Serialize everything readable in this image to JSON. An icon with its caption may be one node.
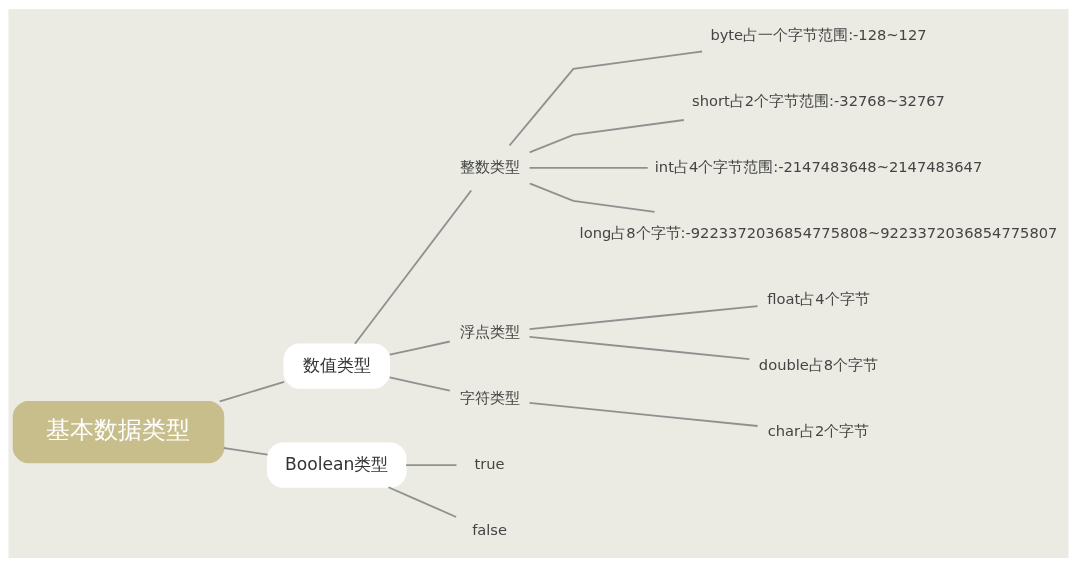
{
  "diagram": {
    "nodes": [
      {
        "text": [
          "基本数据类型"
        ]
      },
      {
        "text": [
          "数值类型"
        ]
      },
      {
        "text": [
          "整数类型"
        ]
      },
      {
        "text": [
          "byte占一个字节范围:-128~127"
        ]
      },
      {
        "text": [
          "short占2个字节范围:-32768~32767"
        ]
      },
      {
        "text": [
          "int占4个字节范围:-2147483648~2147483647"
        ]
      },
      {
        "text": [
          "long占8个字节:-9223372036854775808~9223372036854775807"
        ]
      },
      {
        "text": [
          "浮点类型"
        ]
      },
      {
        "text": [
          "float占4个字节"
        ]
      },
      {
        "text": [
          "double占8个字节"
        ]
      },
      {
        "text": [
          "字符类型"
        ]
      },
      {
        "text": [
          "char占2个字节"
        ]
      },
      {
        "text": [
          "Boolean类型"
        ]
      },
      {
        "text": [
          "true"
        ]
      },
      {
        "text": [
          "false"
        ]
      }
    ],
    "edges": [
      {
        "from": 0,
        "to": 1,
        "arrow": "none"
      },
      {
        "from": 1,
        "to": 2,
        "arrow": "none"
      },
      {
        "from": 2,
        "to": 3,
        "arrow": "none"
      },
      {
        "from": 2,
        "to": 4,
        "arrow": "none"
      },
      {
        "from": 2,
        "to": 5,
        "arrow": "none"
      },
      {
        "from": 2,
        "to": 6,
        "arrow": "none"
      },
      {
        "from": 1,
        "to": 7,
        "arrow": "none"
      },
      {
        "from": 7,
        "to": 8,
        "arrow": "none"
      },
      {
        "from": 7,
        "to": 9,
        "arrow": "none"
      },
      {
        "from": 1,
        "to": 10,
        "arrow": "none"
      },
      {
        "from": 10,
        "to": 11,
        "arrow": "none"
      },
      {
        "from": 0,
        "to": 12,
        "arrow": "none"
      },
      {
        "from": 12,
        "to": 13,
        "arrow": "none"
      },
      {
        "from": 12,
        "to": 14,
        "arrow": "none"
      }
    ]
  }
}
